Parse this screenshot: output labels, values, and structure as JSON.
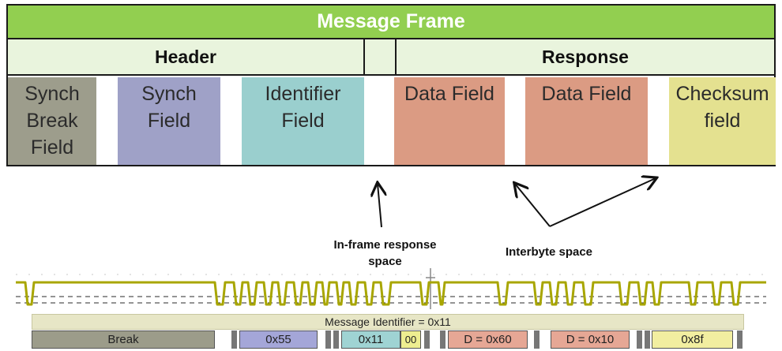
{
  "frame": {
    "title": "Message Frame",
    "sections": {
      "header": "Header",
      "response": "Response"
    },
    "fields": [
      {
        "id": "synch-break",
        "label": "Synch\nBreak\nField"
      },
      {
        "id": "synch-field",
        "label": "Synch\nField"
      },
      {
        "id": "identifier",
        "label": "Identifier\nField"
      },
      {
        "id": "data1",
        "label": "Data Field"
      },
      {
        "id": "data2",
        "label": "Data Field"
      },
      {
        "id": "checksum",
        "label": "Checksum\nfield"
      }
    ]
  },
  "annotations": {
    "in_frame_response": "In-frame response\nspace",
    "interbyte": "Interbyte space"
  },
  "analyzer": {
    "decode_label": "Message Identifier = 0x11",
    "blocks": [
      {
        "id": "break",
        "label": "Break"
      },
      {
        "id": "0x55",
        "label": "0x55"
      },
      {
        "id": "0x11",
        "label": "0x11"
      },
      {
        "id": "00",
        "label": "00"
      },
      {
        "id": "0x60",
        "label": "D = 0x60"
      },
      {
        "id": "0x10",
        "label": "D = 0x10"
      },
      {
        "id": "0x8f",
        "label": "0x8f"
      }
    ]
  },
  "colors": {
    "title_green": "#92cf50",
    "section_bg": "#e9f4dd",
    "synch_break": "#9d9d8c",
    "synch_field": "#9fa1c7",
    "identifier": "#9acfce",
    "data": "#db9b83",
    "checksum": "#e4e190",
    "signal_trace": "#a8a600"
  }
}
